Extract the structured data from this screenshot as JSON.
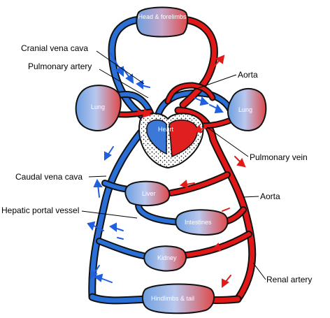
{
  "labels": {
    "cranial_vena_cava": "Cranial vena cava",
    "pulmonary_artery": "Pulmonary artery",
    "aorta_top": "Aorta",
    "pulmonary_vein": "Pulmonary vein",
    "caudal_vena_cava": "Caudal vena cava",
    "aorta_lower": "Aorta",
    "hepatic_portal_vessel": "Hepatic portal vessel",
    "renal_artery": "Renal artery"
  },
  "organs": {
    "head_forelimbs": "Head & forelimbs",
    "lung_left": "Lung",
    "lung_right": "Lung",
    "heart": "Heart",
    "liver": "Liver",
    "intestines": "Intestines",
    "kidney": "Kidney",
    "hindlimbs_tail": "Hindlimbs & tail"
  },
  "colors": {
    "deoxygenated": "#2a6fd6",
    "oxygenated": "#e01818",
    "vessel_outline": "#111111",
    "arrow_blue": "#1f5fe0",
    "arrow_red": "#e21a1a"
  }
}
